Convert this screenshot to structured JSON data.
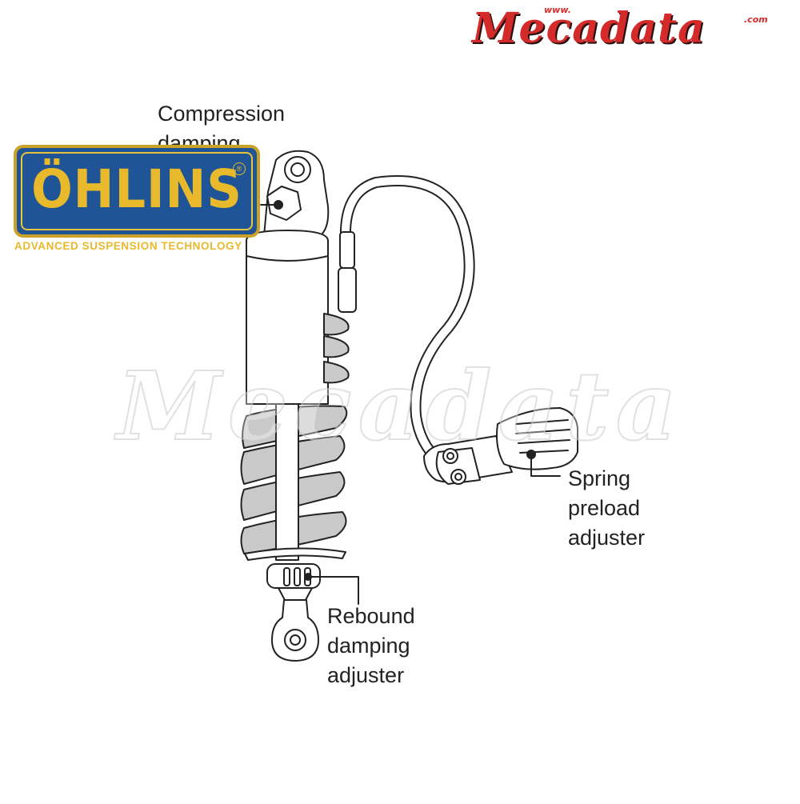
{
  "labels": {
    "compression": [
      "Compression",
      "damping"
    ],
    "spring_preload": [
      "Spring",
      "preload",
      "adjuster"
    ],
    "rebound": [
      "Rebound",
      "damping",
      "adjuster"
    ]
  },
  "brand": {
    "name": "ÖHLINS",
    "registered": "®",
    "tagline": "ADVANCED SUSPENSION TECHNOLOGY"
  },
  "site_logo": {
    "word": "Mecadata",
    "prefix": "www.",
    "suffix": ".com"
  },
  "watermark": "Mecadata",
  "colors": {
    "spring": "#c9c9c9",
    "outline": "#222222",
    "ohlins_blue": "#1f5496",
    "ohlins_gold": "#e8b92a",
    "logo_red": "#d42a2a"
  }
}
